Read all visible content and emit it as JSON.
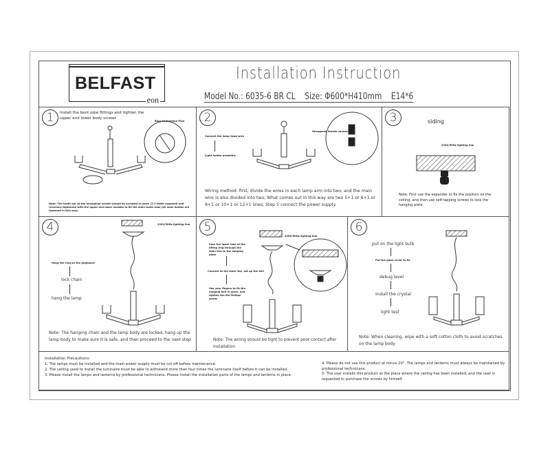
{
  "header": {
    "brand": "BELFAST",
    "sub_brand": "eon",
    "title": "Installation Instruction",
    "model": "Model No.: 6035-6 BR CL",
    "size": "Size: Φ600*H410mm",
    "bulb": "E14*6"
  },
  "steps": [
    {
      "n": "1",
      "text": "Install the bent pipe fittings and tighten the upper and lower body screws",
      "callout": "Ring Connection Pipe",
      "note": "Note: The tooth bar at the hexagonal socket should be screwed in place (1-2 teeth exposed) and reversely tightened with the upper and lower sockets to fix the main tooth tube (all main bodies are fastened in this way)"
    },
    {
      "n": "2",
      "label_a": "Connect the lamp head wire",
      "label_b": "Light holder assembly",
      "callout": "Hexagonal female connection",
      "note": "Wiring method: first, divide the wires in each lamp arm into two, and the main wire is also divided into two; What comes out in this way are two 5+1 or 6+1 or 8+1 or 10+1 or 12+1 lines; Step 5 connect the power supply."
    },
    {
      "n": "3",
      "title": "siding",
      "line": "220V/50Hz lighting line",
      "note": "Note: First use the expander to fix the position on the ceiling, and then use self-tapping screws to lock the hanging plate"
    },
    {
      "n": "4",
      "line": "220V/50Hz lighting line",
      "flow": [
        "Hang the ring on the pegboard",
        "lock chain",
        "hang the lamp"
      ],
      "note": "Note: The hanging chain and the lamp body are locked, hang up the lamp body to make sure it is safe, and then proceed to the next step"
    },
    {
      "n": "5",
      "line": "220V/50Hz lighting line",
      "flow": [
        "Pass the lower hole of the lifting ring through the main line to the hanging plate",
        "Connect to the main line, set up the bell",
        "Use your fingers to fix the hanging bell in place, and tighten the M4 Phillips screw"
      ],
      "note": "Note: The wiring should be tight to prevent poor contact after installation"
    },
    {
      "n": "6",
      "flow": [
        "put on the light bulb",
        "Put the glass cover to fix",
        "debug level",
        "Install the crystal",
        "light test"
      ],
      "note": "Note: When cleaning, wipe with a soft cotton cloth to avoid scratches on the lamp body"
    }
  ],
  "precautions": {
    "title": "Installation Precautions:",
    "left": [
      "1. The lamps must be installed and the main power supply must be cut off before maintenance.",
      "2. The ceiling used to install the luminaire must be able to withstand more than four times the luminaire itself before it can be installed.",
      "3. Please install the lamps and lanterns by professional technicians. Please install the installation parts of the lamps and lanterns in place."
    ],
    "right": [
      "4. Please do not use this product at minus 20°. The lamps and lanterns must always be maintained by professional technicians.",
      "5. The user installs this product at the place where the ceiling has been installed, and the user is requested to purchase the screws by himself."
    ]
  }
}
